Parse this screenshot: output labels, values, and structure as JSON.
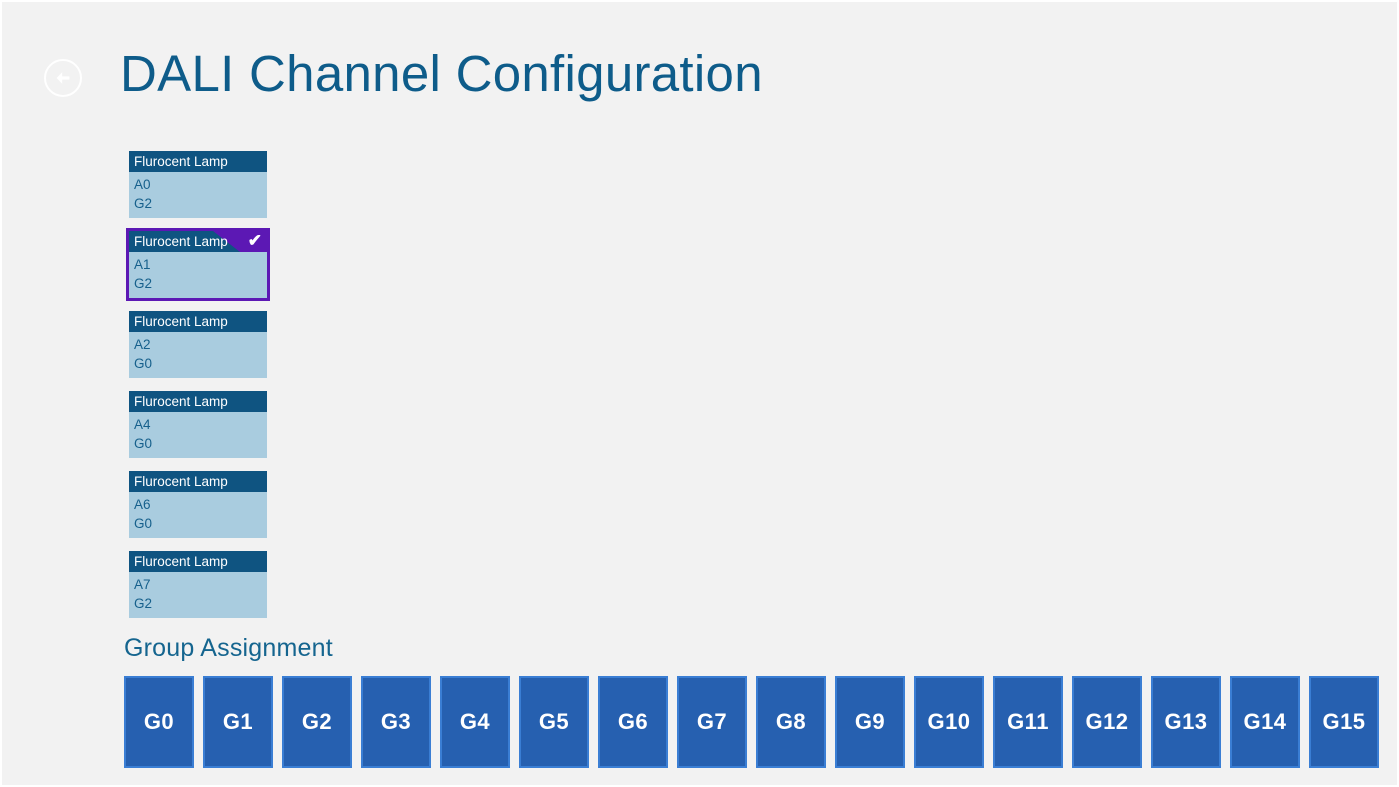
{
  "window": {
    "background_color": "#f2f2f2",
    "accent_color": "#0e5c8a"
  },
  "header": {
    "back_label": "←",
    "back_icon": "back-arrow-circle-icon",
    "title": "DALI Channel Configuration"
  },
  "lamp_list": {
    "colors": {
      "header_bg": "#0f5481",
      "body_bg": "#a9ccdf",
      "text": "#16608c",
      "selected_border": "#5c18b4"
    },
    "cards": [
      {
        "title": "Flurocent Lamp",
        "address": "A0",
        "group": "G2",
        "selected": false,
        "check_glyph": ""
      },
      {
        "title": "Flurocent Lamp",
        "address": "A1",
        "group": "G2",
        "selected": true,
        "check_glyph": "✔"
      },
      {
        "title": "Flurocent Lamp",
        "address": "A2",
        "group": "G0",
        "selected": false,
        "check_glyph": ""
      },
      {
        "title": "Flurocent Lamp",
        "address": "A4",
        "group": "G0",
        "selected": false,
        "check_glyph": ""
      },
      {
        "title": "Flurocent Lamp",
        "address": "A6",
        "group": "G0",
        "selected": false,
        "check_glyph": ""
      },
      {
        "title": "Flurocent Lamp",
        "address": "A7",
        "group": "G2",
        "selected": false,
        "check_glyph": ""
      }
    ]
  },
  "group_assignment": {
    "title": "Group Assignment",
    "button_color": "#2660b0",
    "button_border_color": "#3a7ed4",
    "buttons": [
      {
        "label": "G0"
      },
      {
        "label": "G1"
      },
      {
        "label": "G2"
      },
      {
        "label": "G3"
      },
      {
        "label": "G4"
      },
      {
        "label": "G5"
      },
      {
        "label": "G6"
      },
      {
        "label": "G7"
      },
      {
        "label": "G8"
      },
      {
        "label": "G9"
      },
      {
        "label": "G10"
      },
      {
        "label": "G11"
      },
      {
        "label": "G12"
      },
      {
        "label": "G13"
      },
      {
        "label": "G14"
      },
      {
        "label": "G15"
      }
    ]
  }
}
